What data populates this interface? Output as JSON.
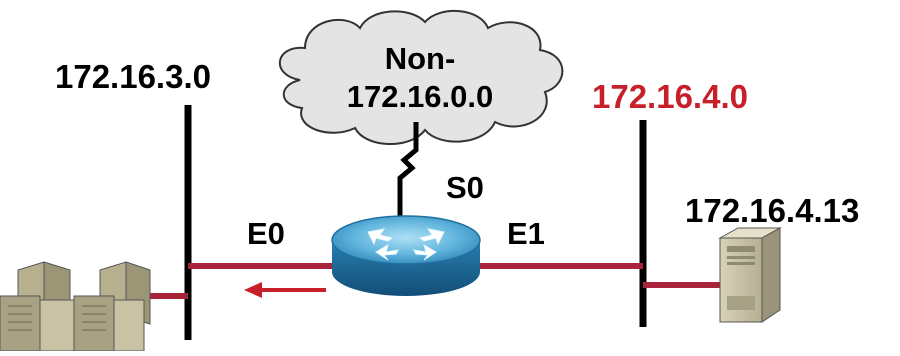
{
  "diagram": {
    "networks": {
      "left": {
        "label": "172.16.3.0"
      },
      "right": {
        "label": "172.16.4.0",
        "color": "#c8202a"
      },
      "cloud": {
        "line1": "Non-",
        "line2": "172.16.0.0"
      }
    },
    "interfaces": {
      "e0": "E0",
      "e1": "E1",
      "s0": "S0"
    },
    "host": {
      "ip": "172.16.4.13",
      "icon": "server-icon"
    },
    "left_device": {
      "icon": "switch-cluster-icon"
    },
    "router": {
      "icon": "router-icon"
    },
    "arrow": {
      "direction": "left",
      "color": "#c8202a"
    },
    "link_color": "#a8243a",
    "cloud_fill": "#e4e4e4"
  }
}
